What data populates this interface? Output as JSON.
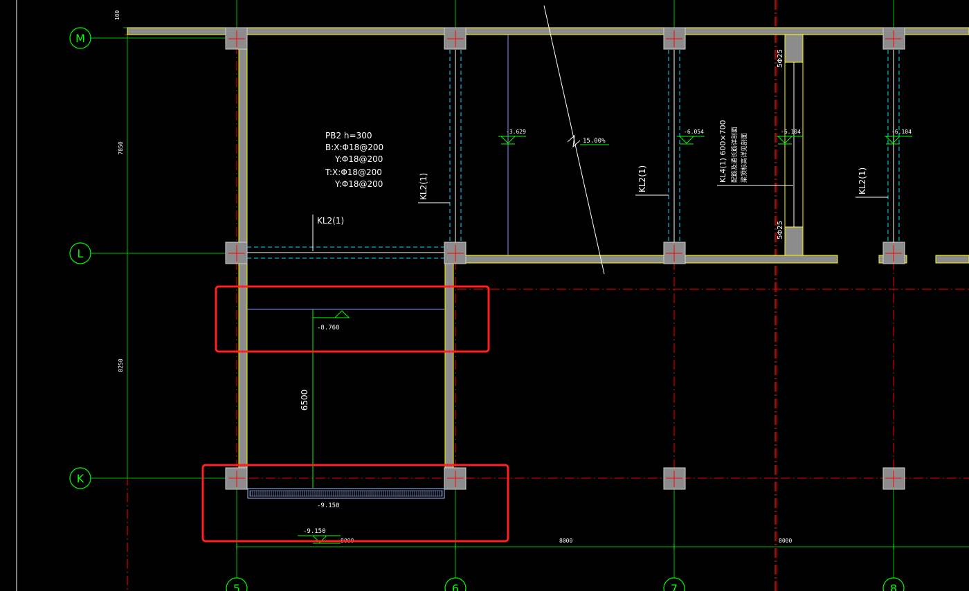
{
  "axes": {
    "M": "M",
    "L": "L",
    "K": "K",
    "c5": "5",
    "c6": "6",
    "c7": "7",
    "c8": "8"
  },
  "dimensions": {
    "top_small": "100",
    "m_to_l": "7850",
    "l_to_k": "8250",
    "span_56": "8000",
    "span_67": "8000",
    "span_78": "8000",
    "opening_height": "6500"
  },
  "slab_note": {
    "line1": "PB2  h=300",
    "line2": "B:X:Φ18@200",
    "line3": "Y:Φ18@200",
    "line4": "T:X:Φ18@200",
    "line5": "Y:Φ18@200"
  },
  "beams": {
    "kl2_a": "KL2(1)",
    "kl2_b": "KL2(1)",
    "kl2_c": "KL2(1)",
    "kl2_d": "KL2(1)",
    "kl4": "KL4(1) 600×700",
    "kl4_note1": "配筋及通长筋详剖面",
    "kl4_note2": "梁顶标高详见剖面"
  },
  "rebar": {
    "top": "5Φ25",
    "bottom": "5Φ25"
  },
  "elevations": {
    "e1": "-3.629",
    "e2": "-6.054",
    "e3": "-6.104",
    "e4": "-6.104",
    "slope": "15.00%",
    "e5": "-8.760",
    "e6": "-9.150",
    "e7": "-9.150"
  },
  "colors": {
    "background": "#000000",
    "grid_axis": "#00ff00",
    "grid_dash": "#ff0000",
    "wall_fill": "#8c8c8c",
    "wall_edge": "#ffff00",
    "beam_dash": "#00ffff",
    "highlight": "#ff2020",
    "text": "#ffffff"
  }
}
